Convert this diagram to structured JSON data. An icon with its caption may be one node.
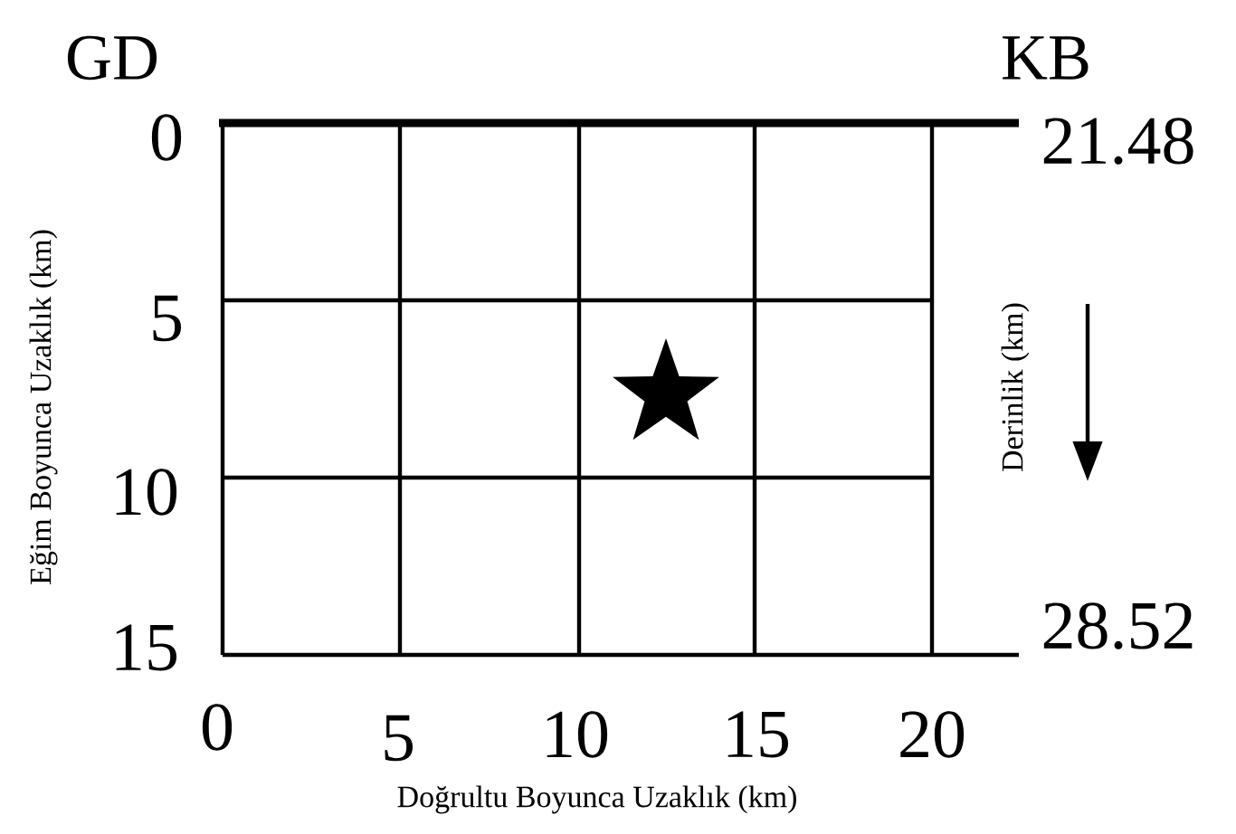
{
  "diagram": {
    "labels": [
      "GD",
      "KB",
      "0",
      "21.48",
      "5",
      "10",
      "15",
      "28.52",
      "0",
      "5",
      "10",
      "15",
      "20",
      "Eğim Boyunca Uzaklık (km)",
      "Derinlik (km)",
      "Doğrultu Boyunca Uzaklık (km)"
    ]
  }
}
